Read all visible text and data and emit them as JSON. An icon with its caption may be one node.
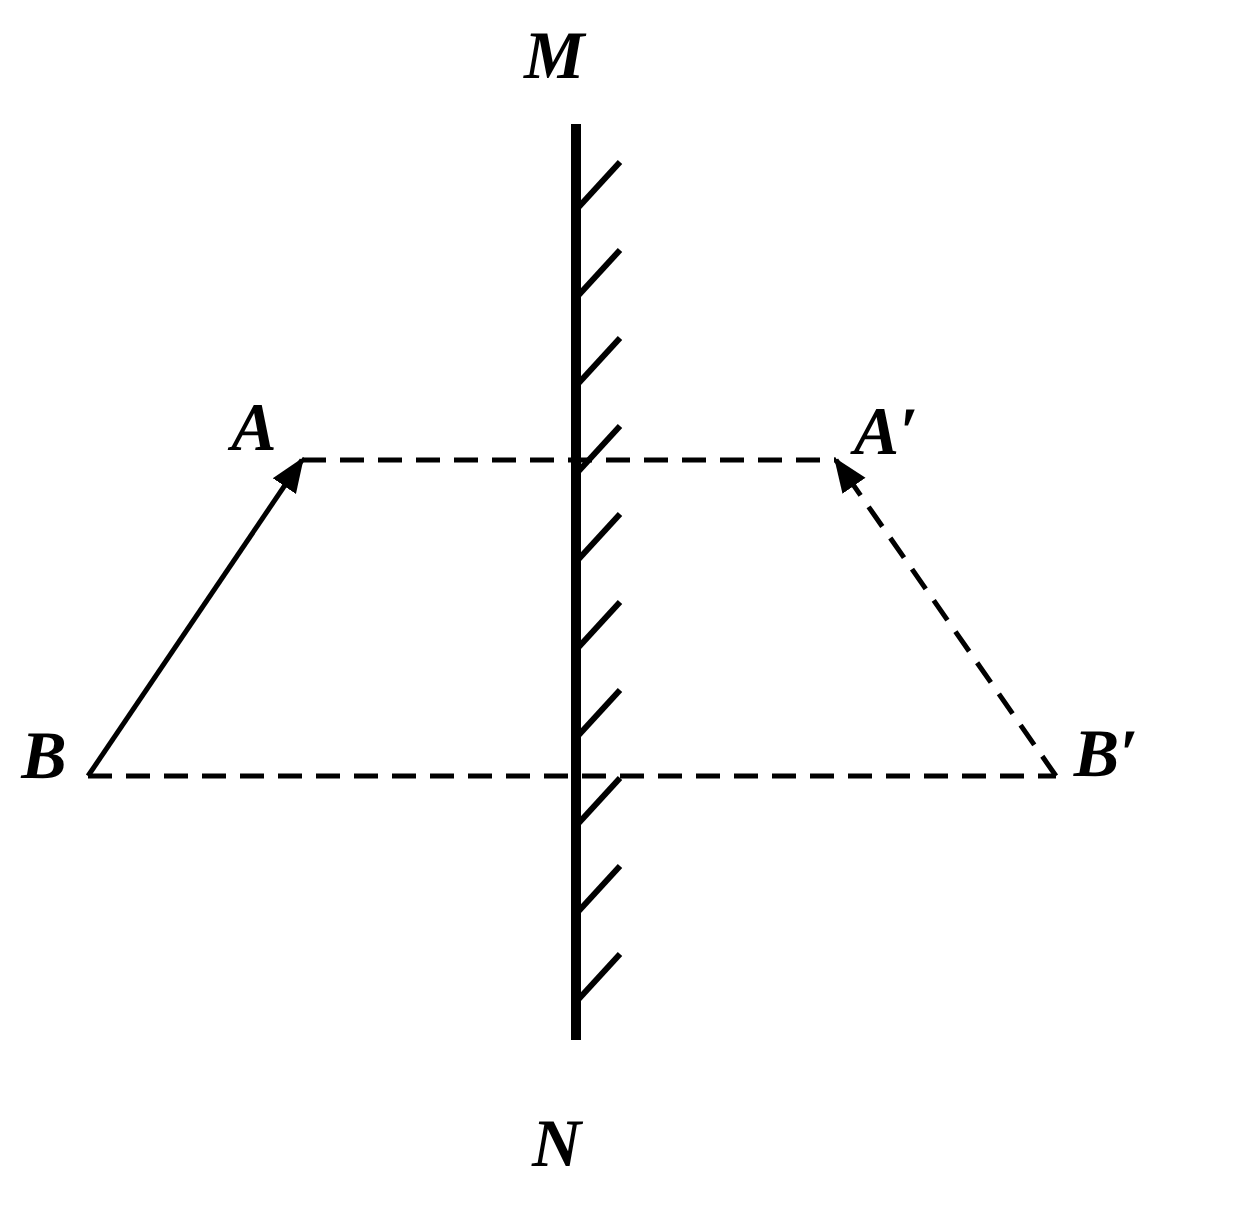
{
  "diagram": {
    "nodes": [
      {
        "text": [
          "A"
        ]
      },
      {
        "text": [
          "B"
        ]
      },
      {
        "text": [
          "A′"
        ]
      },
      {
        "text": [
          "B′"
        ]
      }
    ],
    "edges": [
      {
        "from": 1,
        "to": 0,
        "arrow": "to"
      },
      {
        "from": 3,
        "to": 2,
        "arrow": "to",
        "style": "dashed"
      },
      {
        "from": 0,
        "to": 2,
        "arrow": "none",
        "style": "dashed"
      },
      {
        "from": 1,
        "to": 3,
        "arrow": "none",
        "style": "dashed"
      }
    ],
    "labels": [
      "M",
      "N"
    ]
  }
}
